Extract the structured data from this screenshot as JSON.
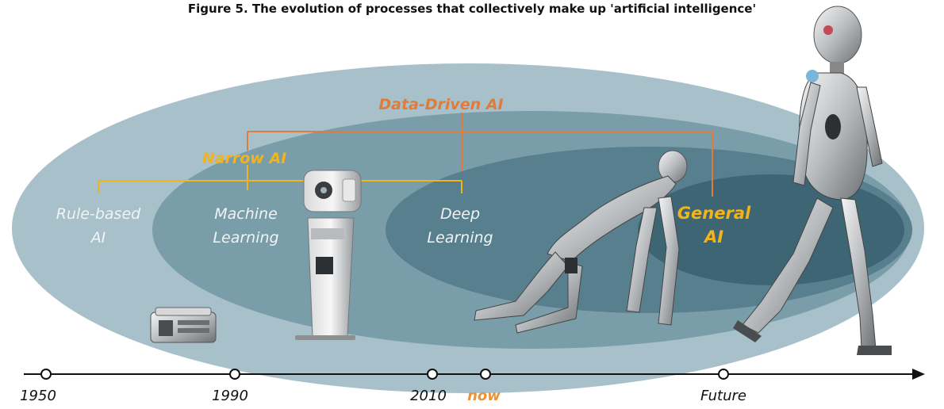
{
  "figure": {
    "title": "Figure 5. The evolution of processes that collectively make up 'artificial intelligence'"
  },
  "labels": {
    "data_driven": "Data-Driven AI",
    "narrow": "Narrow AI",
    "rule_based_1": "Rule-based",
    "rule_based_2": "AI",
    "ml_1": "Machine",
    "ml_2": "Learning",
    "dl_1": "Deep",
    "dl_2": "Learning",
    "general_1": "General",
    "general_2": "AI"
  },
  "timeline": {
    "points": [
      {
        "label": "1950"
      },
      {
        "label": "1990"
      },
      {
        "label": "2010"
      },
      {
        "label": "now"
      },
      {
        "label": "Future"
      }
    ]
  },
  "colors": {
    "outer_ellipse": "#a7c0c9",
    "ellipse_2": "#7a9daa",
    "ellipse_3": "#587f8d",
    "ellipse_4": "#3e6574",
    "data_driven": "#e07b39",
    "narrow": "#f2b418",
    "label_white": "#f0f4f5",
    "timeline": "#111111",
    "now": "#e8943a"
  }
}
